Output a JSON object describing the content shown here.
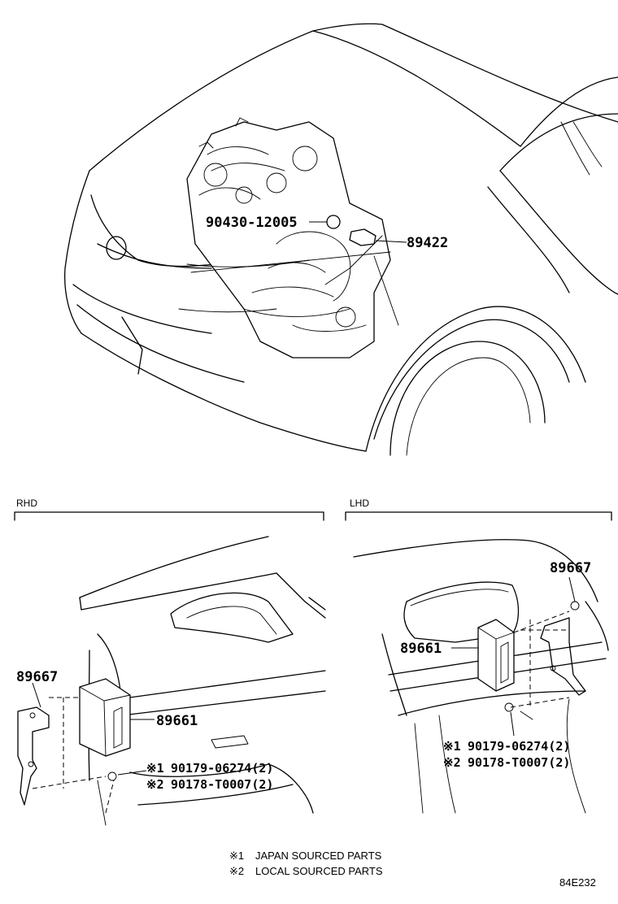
{
  "top_section": {
    "labels": [
      {
        "id": "oxygen-sensor-gasket",
        "text": "90430-12005"
      },
      {
        "id": "oxygen-sensor",
        "text": "89422"
      }
    ]
  },
  "rhd_section": {
    "title": "RHD",
    "labels": {
      "bracket": "89667",
      "computer": "89661",
      "note1_mark": "※1",
      "note1_part": "90179-06274(2)",
      "note2_mark": "※2",
      "note2_part": "90178-T0007(2)"
    }
  },
  "lhd_section": {
    "title": "LHD",
    "labels": {
      "bracket": "89667",
      "computer": "89661",
      "note1_mark": "※1",
      "note1_part": "90179-06274(2)",
      "note2_mark": "※2",
      "note2_part": "90178-T0007(2)"
    }
  },
  "legend": {
    "note1_mark": "※1",
    "note1_text": "JAPAN SOURCED PARTS",
    "note2_mark": "※2",
    "note2_text": "LOCAL SOURCED PARTS"
  },
  "reference_code": "84E232"
}
